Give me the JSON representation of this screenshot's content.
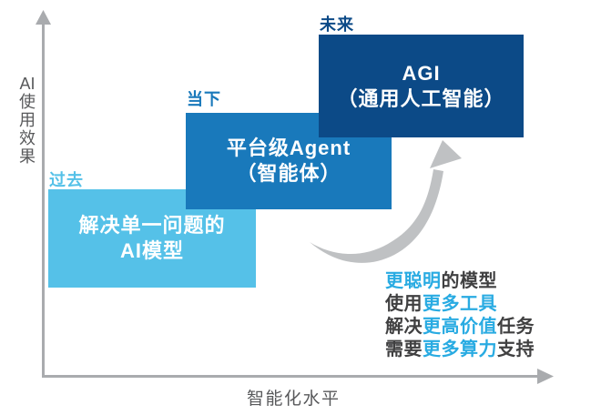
{
  "axes": {
    "y_label_chars": [
      "AI",
      "使",
      "用",
      "效",
      "果"
    ],
    "x_label": "智能化水平"
  },
  "stages": [
    {
      "era": "过去",
      "line1": "解决单一问题的",
      "line2": "AI模型",
      "color": "#55c1e8"
    },
    {
      "era": "当下",
      "line1": "平台级Agent",
      "line2": "（智能体）",
      "color": "#1979bb"
    },
    {
      "era": "未来",
      "line1": "AGI",
      "line2": "（通用人工智能）",
      "color": "#0c4a87"
    }
  ],
  "annotation": {
    "lines": [
      [
        {
          "text": "更聪明",
          "highlight": true
        },
        {
          "text": "的模型",
          "highlight": false
        }
      ],
      [
        {
          "text": "使用",
          "highlight": false
        },
        {
          "text": "更多工具",
          "highlight": true
        }
      ],
      [
        {
          "text": "解决",
          "highlight": false
        },
        {
          "text": "更高价值",
          "highlight": true
        },
        {
          "text": "任务",
          "highlight": false
        }
      ],
      [
        {
          "text": "需要",
          "highlight": false
        },
        {
          "text": "更多算力",
          "highlight": true
        },
        {
          "text": "支持",
          "highlight": false
        }
      ]
    ],
    "highlight_color": "#29abe2",
    "text_color": "#404041"
  },
  "colors": {
    "axis": "#a9abae",
    "axis_label": "#58595b",
    "arrow": "#bfc1c3",
    "box_text": "#ffffff"
  }
}
